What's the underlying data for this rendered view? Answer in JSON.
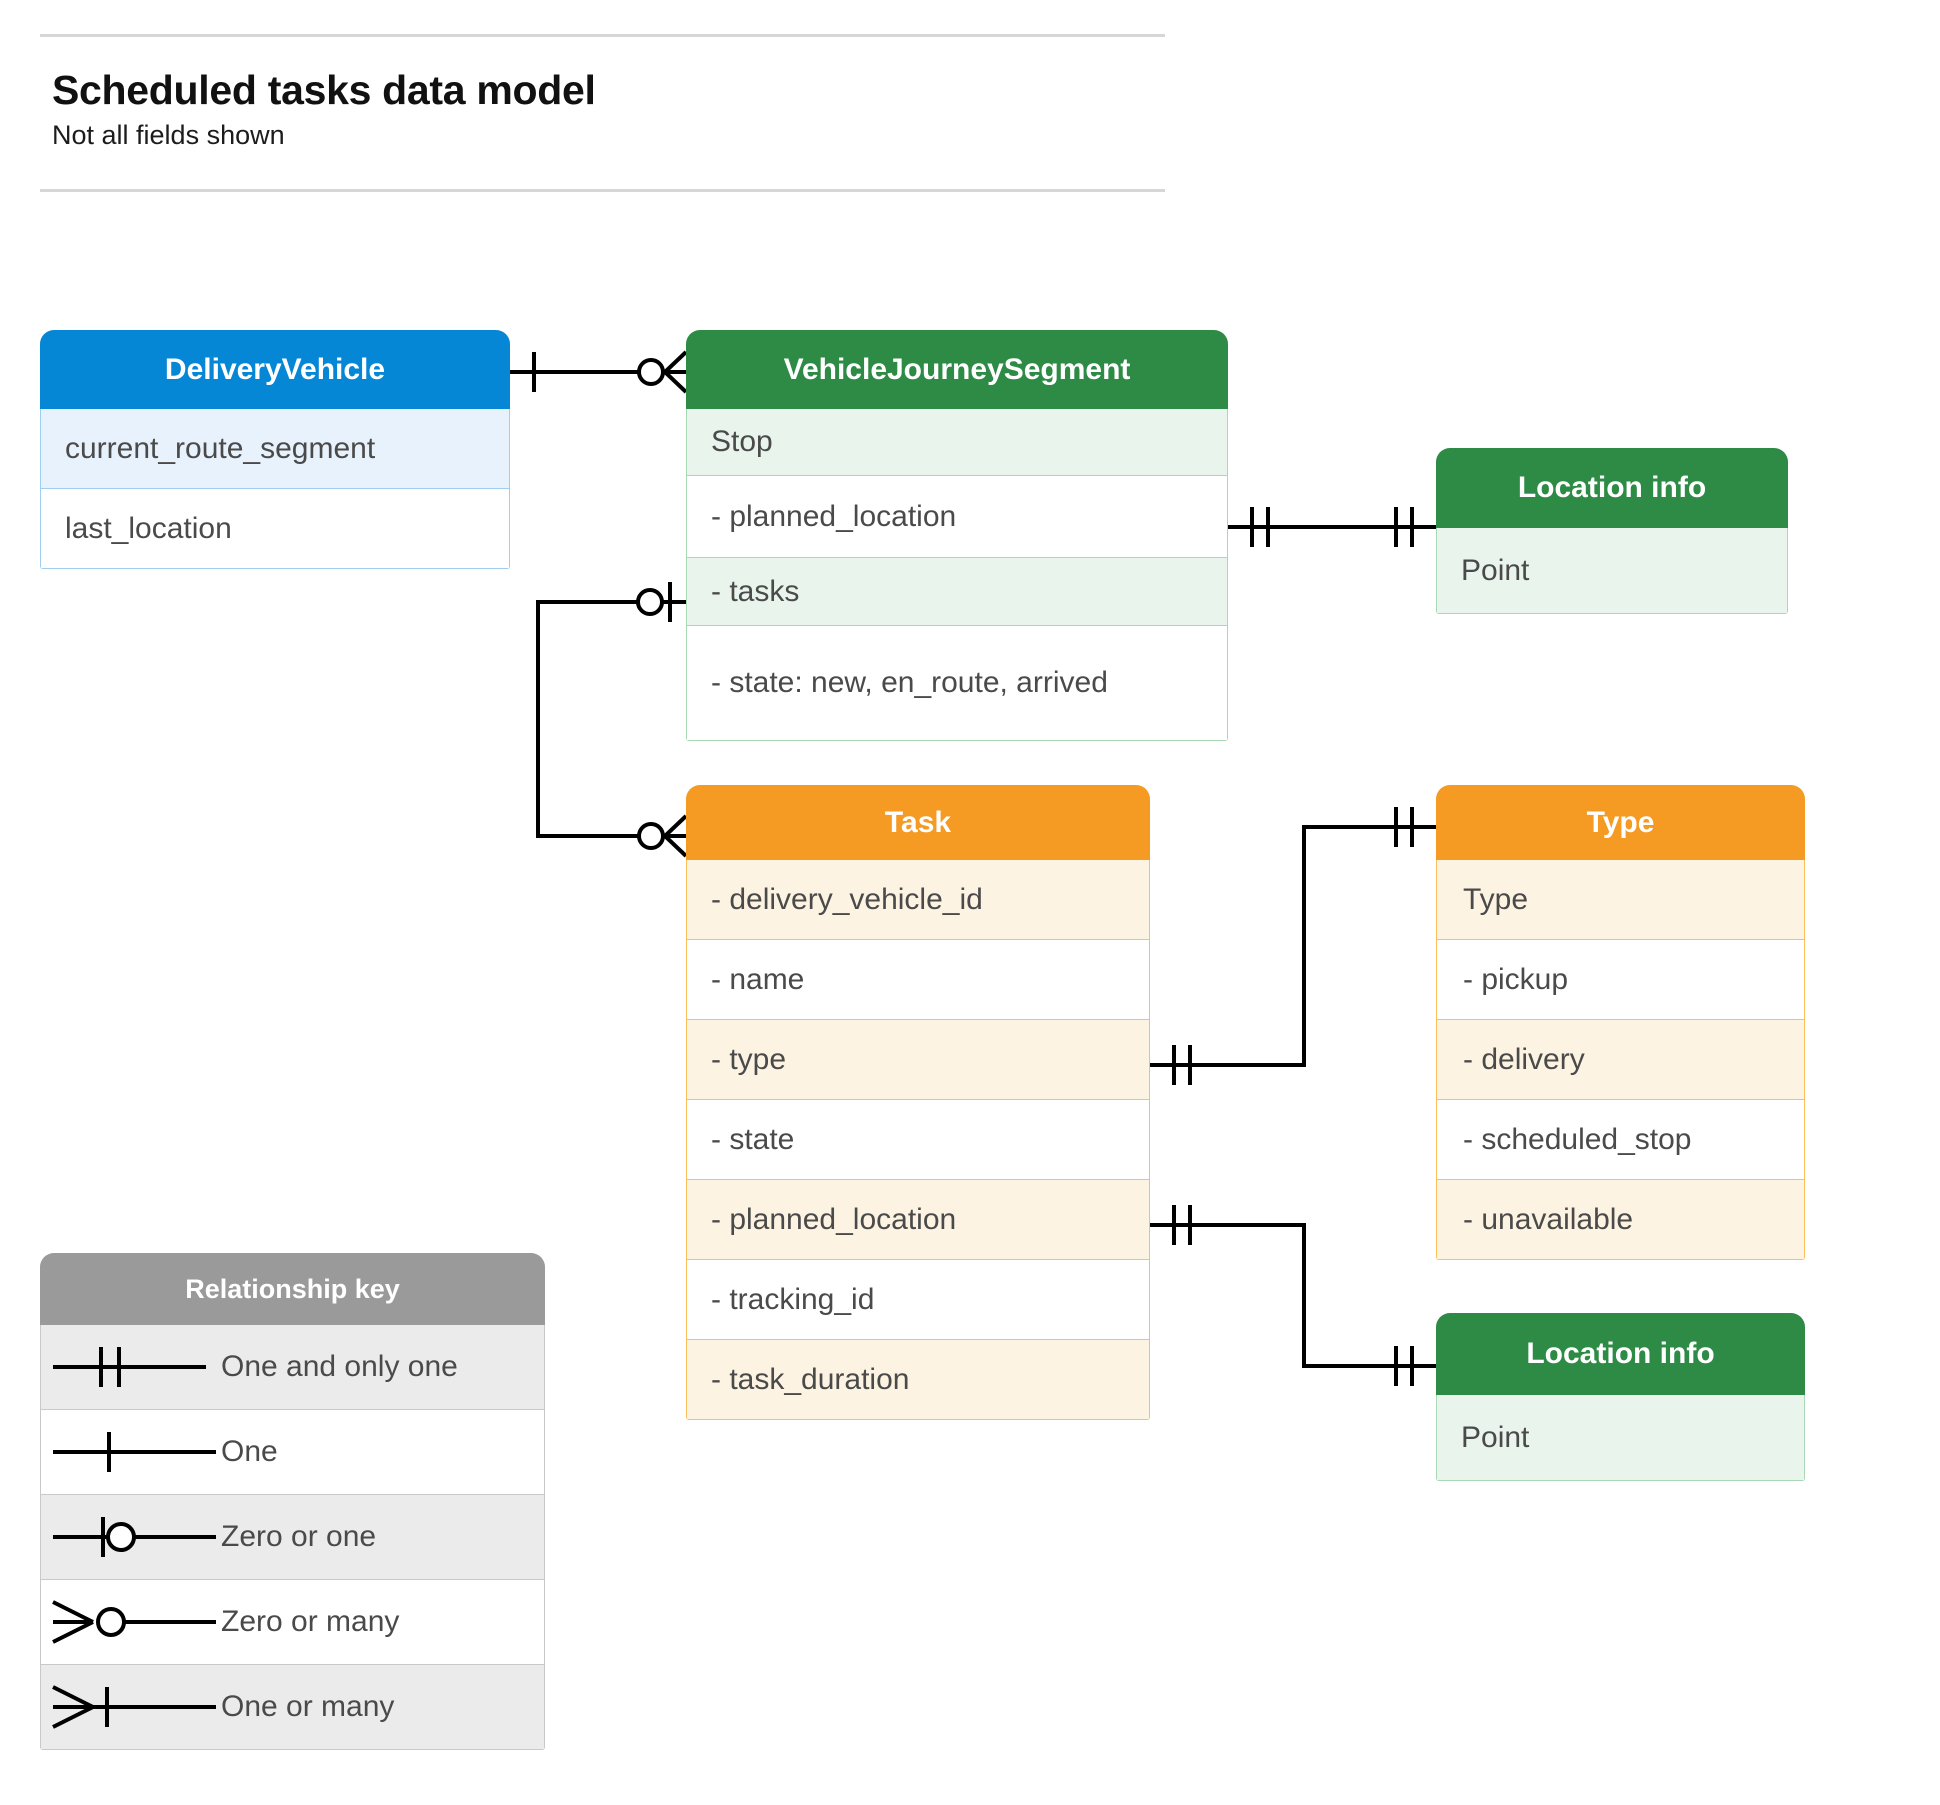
{
  "header": {
    "title": "Scheduled tasks data model",
    "subtitle": "Not all fields shown"
  },
  "colors": {
    "blue": "#0687D6",
    "blue_row": "#e8f2fd",
    "green": "#2E8B46",
    "green_row": "#e8f4ec",
    "orange": "#F59A22",
    "orange_row": "#fdf3e2",
    "grey": "#9a9a9a",
    "grey_row": "#ebebeb",
    "line": "#000000",
    "text": "#4a4a4a"
  },
  "entities": {
    "delivery_vehicle": {
      "title": "DeliveryVehicle",
      "rows": [
        "current_route_segment",
        "last_location"
      ]
    },
    "vehicle_journey_segment": {
      "title": "VehicleJourneySegment",
      "rows": [
        "Stop",
        "-  planned_location",
        "- tasks",
        "- state: new, en_route, arrived"
      ]
    },
    "location_info_top": {
      "title": "Location info",
      "rows": [
        "Point"
      ]
    },
    "task": {
      "title": "Task",
      "rows": [
        "- delivery_vehicle_id",
        "- name",
        "- type",
        "- state",
        "- planned_location",
        "- tracking_id",
        "- task_duration"
      ]
    },
    "type": {
      "title": "Type",
      "rows": [
        "Type",
        "-   pickup",
        "-  delivery",
        "-  scheduled_stop",
        "-  unavailable"
      ]
    },
    "location_info_bottom": {
      "title": "Location info",
      "rows": [
        "Point"
      ]
    }
  },
  "legend": {
    "title": "Relationship key",
    "items": [
      {
        "symbol": "one-and-only-one",
        "label": "One and only one"
      },
      {
        "symbol": "one",
        "label": "One"
      },
      {
        "symbol": "zero-or-one",
        "label": "Zero or one"
      },
      {
        "symbol": "zero-or-many",
        "label": "Zero or many"
      },
      {
        "symbol": "one-or-many",
        "label": "One or many"
      }
    ]
  },
  "relationships": [
    {
      "from": "DeliveryVehicle",
      "from_cardinality": "one",
      "to": "VehicleJourneySegment",
      "to_cardinality": "zero-or-many"
    },
    {
      "from": "VehicleJourneySegment.planned_location",
      "from_cardinality": "one-and-only-one",
      "to": "Location info",
      "to_cardinality": "one-and-only-one"
    },
    {
      "from": "VehicleJourneySegment.tasks",
      "from_cardinality": "zero-or-one",
      "to": "Task",
      "to_cardinality": "zero-or-many"
    },
    {
      "from": "Task.type",
      "from_cardinality": "one-and-only-one",
      "to": "Type",
      "to_cardinality": "one-and-only-one"
    },
    {
      "from": "Task.planned_location",
      "from_cardinality": "one-and-only-one",
      "to": "Location info",
      "to_cardinality": "one-and-only-one"
    }
  ]
}
